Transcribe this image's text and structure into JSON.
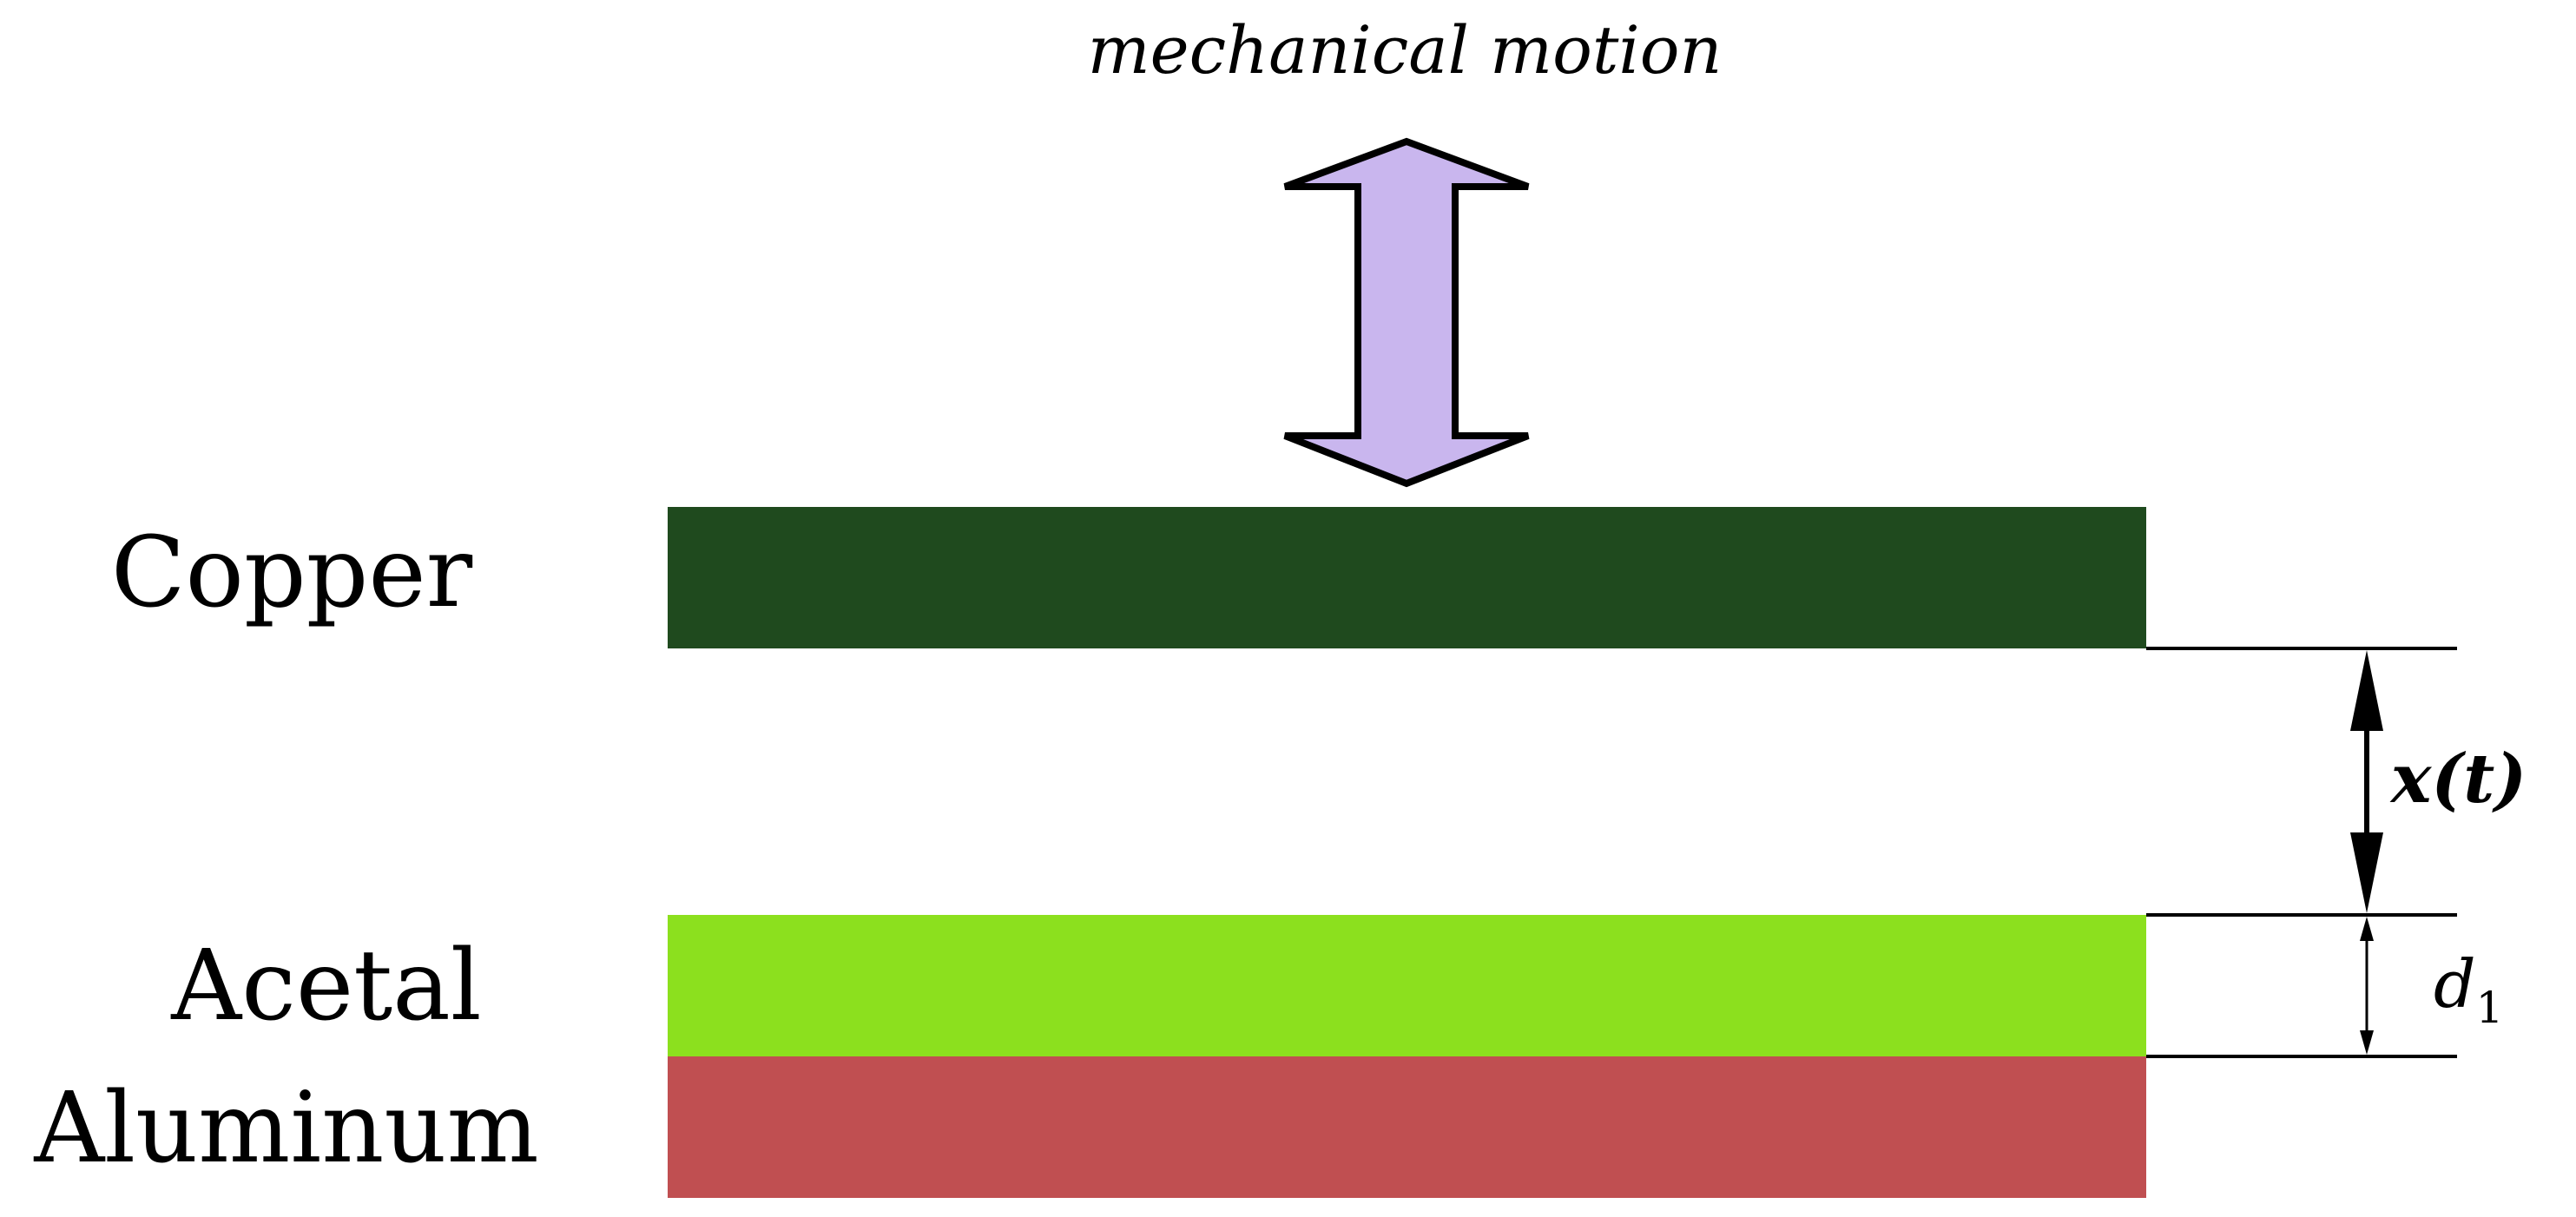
{
  "caption": "mechanical motion",
  "colors": {
    "background": "#ffffff",
    "ink": "#000000",
    "copper": "#1f4a1e",
    "acetal": "#8ce01e",
    "aluminum": "#c04f51",
    "motion_arrow_fill": "#c9b6ee"
  },
  "materials": {
    "copper": "Copper",
    "acetal": "Acetal",
    "aluminum": "Aluminum"
  },
  "dimensions": {
    "gap": "x(t)",
    "thickness_base": "d",
    "thickness_subscript": "1"
  },
  "icons": {
    "motion": "double-headed-vertical-arrow",
    "gap": "dimension-double-arrow",
    "thickness": "dimension-double-arrow"
  }
}
